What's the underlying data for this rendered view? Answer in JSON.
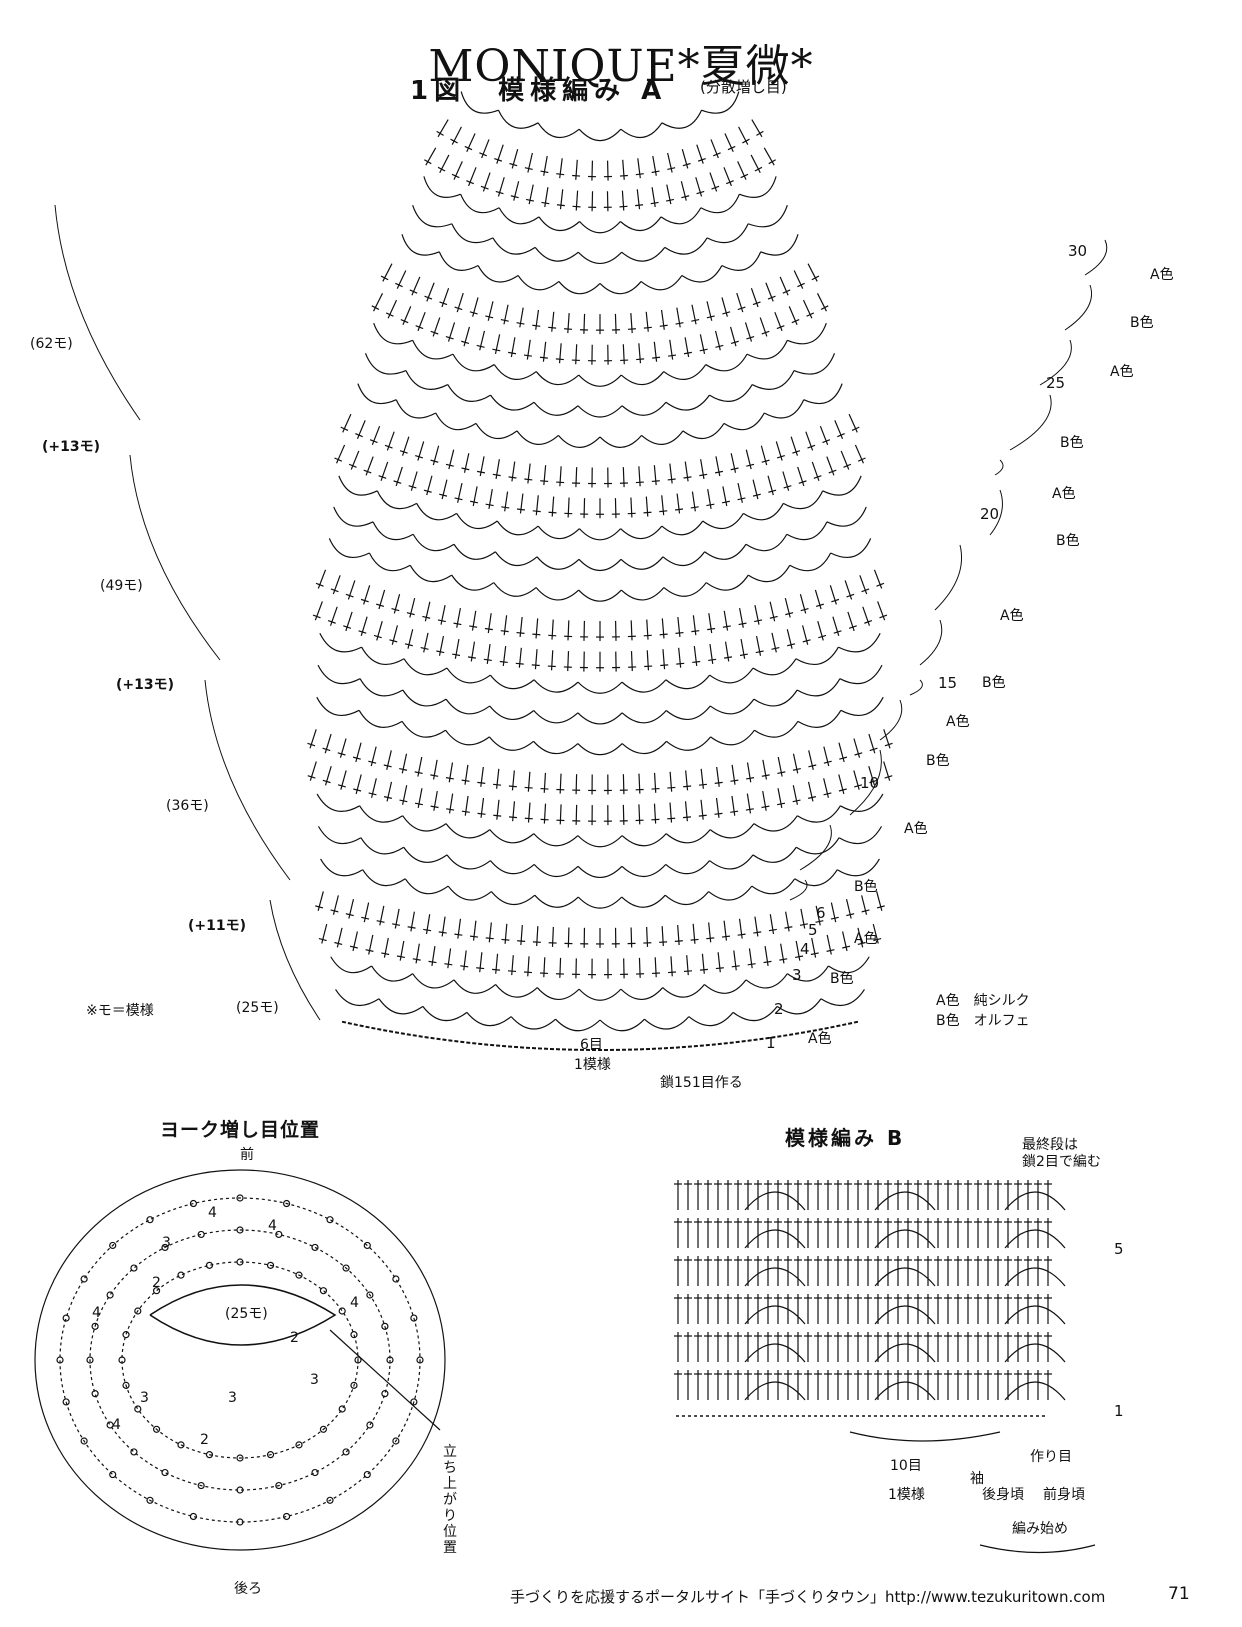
{
  "header": {
    "title": "MONIQUE*夏微*",
    "subtitle": "1図　模様編み A",
    "subtitle_small": "(分散増し目)"
  },
  "figure1": {
    "side_labels": [
      "(62モ)",
      "(+13モ)",
      "(49モ)",
      "(+13モ)",
      "(36モ)",
      "(+11モ)",
      "(25モ)"
    ],
    "row_numbers": [
      "30",
      "25",
      "20",
      "15",
      "10",
      "6",
      "5",
      "4",
      "3",
      "2",
      "1"
    ],
    "color_bands": [
      "A色",
      "B色",
      "A色",
      "B色",
      "A色",
      "B色",
      "A色",
      "B色",
      "A色",
      "B色",
      "A色",
      "B色",
      "A色",
      "B色",
      "A色"
    ],
    "legend": [
      "A色　純シルク",
      "B色　オルフェ"
    ],
    "note": "※モ＝模様",
    "bottom": {
      "repeat_count": "6目",
      "repeat_label": "1模様",
      "chain_note": "鎖151目作る"
    }
  },
  "yoke": {
    "title": "ヨーク増し目位置",
    "front": "前",
    "back": "後ろ",
    "center": "(25モ)",
    "rise_label": "立ち上がり位置",
    "numbers": [
      "2",
      "3",
      "4"
    ]
  },
  "patternB": {
    "title": "模様編み B",
    "top_note": [
      "最終段は",
      "鎖2目で編む"
    ],
    "row_numbers": [
      "5",
      "1"
    ],
    "repeat_count": "10目",
    "repeat_label": "1模様",
    "sleeve": "袖",
    "back_body": "後身頃",
    "front_body": "前身頃",
    "foundation": "作り目",
    "start": "編み始め"
  },
  "footer": {
    "text": "手づくりを応援するポータルサイト「手づくりタウン」http://www.tezukuritown.com",
    "page": "71"
  }
}
